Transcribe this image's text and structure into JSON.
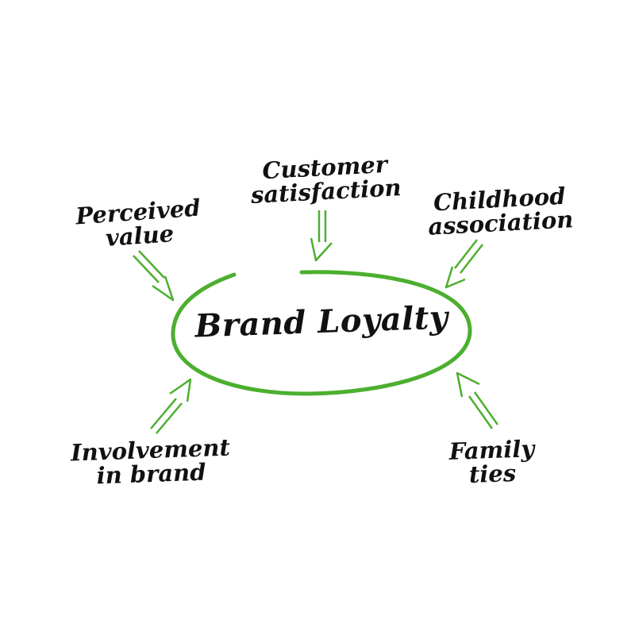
{
  "diagram": {
    "center": {
      "label": "Brand Loyalty"
    },
    "factors": [
      {
        "id": "customer",
        "lines": [
          "Customer",
          "satisfaction"
        ]
      },
      {
        "id": "perceived",
        "lines": [
          "Perceived",
          "value"
        ]
      },
      {
        "id": "childhood",
        "lines": [
          "Childhood",
          "association"
        ]
      },
      {
        "id": "involvement",
        "lines": [
          "Involvement",
          "in brand"
        ]
      },
      {
        "id": "family",
        "lines": [
          "Family",
          "ties"
        ]
      }
    ],
    "colors": {
      "accent": "#4caf2f",
      "text": "#111111",
      "background": "#ffffff"
    }
  }
}
